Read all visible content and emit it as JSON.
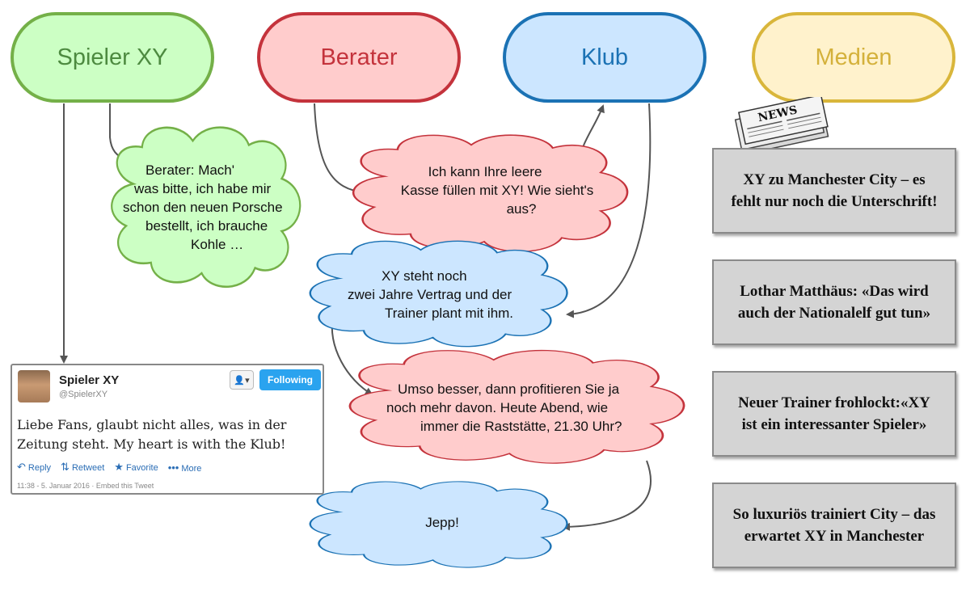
{
  "actors": [
    "Spieler XY",
    "Berater",
    "Klub",
    "Medien"
  ],
  "bubbles": {
    "spieler": [
      "Berater: Mach'",
      "was bitte, ich habe mir",
      "schon den neuen Porsche",
      "bestellt, ich brauche",
      "Kohle …"
    ],
    "berater1": [
      "Ich kann Ihre leere",
      "Kasse füllen mit XY! Wie sieht's",
      "aus?"
    ],
    "klub1": [
      "XY  steht noch",
      "zwei Jahre Vertrag und der",
      "Trainer plant mit ihm."
    ],
    "berater2": [
      "Umso besser, dann profitieren Sie ja",
      "noch mehr davon. Heute Abend, wie",
      "immer die Raststätte, 21.30 Uhr?"
    ],
    "klub2": "Jepp!"
  },
  "tweet": {
    "name": "Spieler XY",
    "handle": "@SpielerXY",
    "follow_label": "Following",
    "text": [
      "Liebe Fans, glaubt nicht alles, was in der",
      "Zeitung steht. My heart is with the Klub!"
    ],
    "actions": [
      "Reply",
      "Retweet",
      "Favorite",
      "More"
    ],
    "meta": "11:38 - 5. Januar 2016 · Embed this Tweet"
  },
  "news_icon_label": "NEWS",
  "headlines": [
    [
      "XY zu Manchester City – es",
      "fehlt nur noch die Unterschrift!"
    ],
    [
      "Lothar Matthäus: «Das wird",
      "auch der Nationalelf gut tun»"
    ],
    [
      "Neuer Trainer frohlockt:«XY",
      "ist ein interessanter Spieler»"
    ],
    [
      "So luxuriös trainiert City – das",
      "erwartet XY in Manchester"
    ]
  ],
  "colors": {
    "spieler": "#ccffc4",
    "berater": "#ffcccc",
    "klub": "#cce6ff",
    "medien": "#fff2cc",
    "follow_button": "#2aa3ef",
    "headline_box": "#d4d4d4"
  }
}
